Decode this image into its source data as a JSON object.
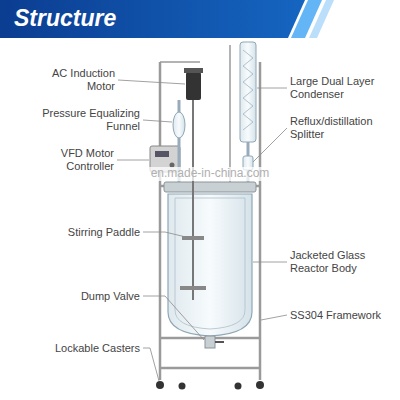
{
  "diagram": {
    "title": "Structure",
    "labels": [
      "AC Induction Motor",
      "Pressure Equalizing Funnel",
      "VFD Motor Controller",
      "Stirring Paddle",
      "Dump Valve",
      "Lockable Casters",
      "Large Dual Layer Condenser",
      "Reflux/distillation Splitter",
      "Jacketed Glass Reactor Body",
      "SS304 Framework",
      "en.made-in-china.com"
    ]
  }
}
